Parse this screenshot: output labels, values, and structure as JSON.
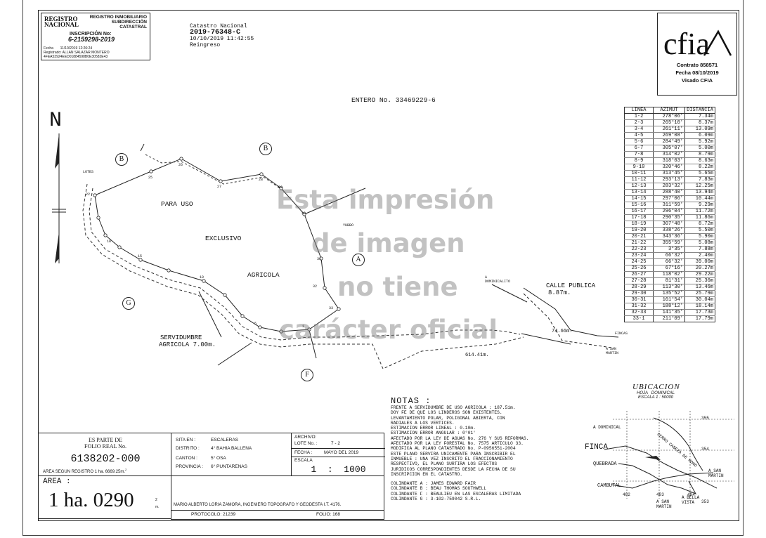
{
  "registry": {
    "logo": "REGISTRO NACIONAL",
    "header": [
      "REGISTRO INMOBILIARIO",
      "SUBDIRECCIÓN",
      "CATASTRAL"
    ],
    "inscription_label": "INSCRIPCIÓN No:",
    "inscription_number": "6-2159298-2019",
    "fecha": "Fecha       11/10/2019 12:26:24",
    "registrado": "Registrado: ALLAN SALAZAR MONTERO",
    "hash": "4FEA53924EED01884598B0E30582E43"
  },
  "catastro": {
    "line1": "Catastro Nacional",
    "line2": "2019-76348-C",
    "line3": "10/10/2019 11:42:55",
    "line4": "Reingreso"
  },
  "cfia": {
    "logo": "CFIA",
    "contrato": "Contrato 858571",
    "fecha": "Fecha 08/10/2019",
    "visado": "Visado CFIA"
  },
  "entero": "ENTERO No. 33469229-6",
  "azimuth_table": {
    "headers": [
      "LINEA",
      "AZIMUT",
      "DISTANCIA"
    ],
    "rows": [
      [
        "1-2",
        "278°06'",
        "7.34m"
      ],
      [
        "2-3",
        "265°10'",
        "8.37m"
      ],
      [
        "3-4",
        "261°11'",
        "13.09m"
      ],
      [
        "4-5",
        "269°08'",
        "6.09m"
      ],
      [
        "5-6",
        "284°49'",
        "5.92m"
      ],
      [
        "6-7",
        "305°07'",
        "5.00m"
      ],
      [
        "7-8",
        "314°02'",
        "8.79m"
      ],
      [
        "8-9",
        "318°03'",
        "8.63m"
      ],
      [
        "9-10",
        "320°46'",
        "8.22m"
      ],
      [
        "10-11",
        "313°45'",
        "5.65m"
      ],
      [
        "11-12",
        "293°13'",
        "7.83m"
      ],
      [
        "12-13",
        "283°32'",
        "12.25m"
      ],
      [
        "13-14",
        "288°40'",
        "13.94m"
      ],
      [
        "14-15",
        "297°06'",
        "10.44m"
      ],
      [
        "15-16",
        "311°59'",
        "9.29m"
      ],
      [
        "16-17",
        "296°04'",
        "11.72m"
      ],
      [
        "17-18",
        "290°35'",
        "11.86m"
      ],
      [
        "18-19",
        "307°48'",
        "8.72m"
      ],
      [
        "19-20",
        "338°26'",
        "5.50m"
      ],
      [
        "20-21",
        "343°36'",
        "5.90m"
      ],
      [
        "21-22",
        "355°59'",
        "5.08m"
      ],
      [
        "22-23",
        "3°35'",
        "7.88m"
      ],
      [
        "23-24",
        "66°32'",
        "2.40m"
      ],
      [
        "24-25",
        "66°32'",
        "39.00m"
      ],
      [
        "25-26",
        "67°16'",
        "20.27m"
      ],
      [
        "26-27",
        "118°02'",
        "29.22m"
      ],
      [
        "27-28",
        "81°31'",
        "25.36m"
      ],
      [
        "28-29",
        "113°30'",
        "13.46m"
      ],
      [
        "29-30",
        "135°52'",
        "25.79m"
      ],
      [
        "30-31",
        "161°54'",
        "30.04m"
      ],
      [
        "31-32",
        "188°12'",
        "18.14m"
      ],
      [
        "32-33",
        "141°35'",
        "17.73m"
      ],
      [
        "33-1",
        "211°09'",
        "17.79m"
      ]
    ]
  },
  "watermark": [
    "Esta impresión",
    "de imagen",
    "no tiene",
    "carácter oficial"
  ],
  "map": {
    "north": "N",
    "lotes": "LOTES",
    "para_uso": "PARA USO",
    "exclusivo": "EXCLUSIVO",
    "agricola": "AGRICOLA",
    "servidumbre_1": "SERVIDUMBRE",
    "servidumbre_2": "AGRICOLA 7.00m.",
    "calle_1": "CALLE PUBLICA",
    "calle_2": "8.87m.",
    "dist_1": "74.66m.",
    "dist_2": "614.41m.",
    "yubbo": "YUBBO",
    "dominicalito": "A DOMINICALITO",
    "fincas": "FINCAS",
    "san_martin": "A SAN MARTIN",
    "points": [
      "25",
      "26",
      "27",
      "28",
      "29",
      "30",
      "31",
      "32",
      "33",
      "22",
      "1",
      "5",
      "10",
      "15",
      "18"
    ],
    "circles": {
      "b1": "B",
      "b2": "B",
      "a": "A",
      "g": "G",
      "f": "F"
    }
  },
  "notas": {
    "title": "NOTAS :",
    "lines": [
      "FRENTE A SERVIDUMBRE DE USO AGRICOLA : 187.51m.",
      "DOY FE DE QUE LOS LINDEROS SON EXISTENTES.",
      "LEVANTAMIENTO POLAR, POLIGONAL ABIERTA, CON",
      "RADIALES A LOS VERTICES.",
      "ESTIMACION ERROR LINEAL : 0.10m.",
      "ESTIMACION ERROR ANGULAR : 0°01'",
      "AFECTADO POR LA LEY DE AGUAS No. 276 Y SUS REFORMAS.",
      "AFECTADO POR LA LEY FORESTAL No. 7575 ARTICULO 33.",
      "MODIFICA AL PLANO CATASTRADO No. P-0956551-2004",
      "ESTE PLANO SERVIRA UNICAMENTE PARA INSCRIBIR EL",
      "INMUEBLE : UNA VEZ INSCRITO EL FRACCIONAMIENTO",
      "RESPECTIVO, EL PLANO SURTIRA LOS EFECTOS",
      "JURIDICOS CORRESPONDIENTES DESDE LA FECHA DE SU",
      "INSCRIPCION EN EL CATASTRO."
    ],
    "colindantes": [
      "COLINDANTE A : JAMES EDWARD FAIR",
      "COLINDANTE B : BEAU THOMAS SOUTHWELL",
      "COLINDANTE F : BEAULIEU EN LAS ESCALERAS LIMITADA",
      "COLINDANTE G : 3-102-759042 S.R.L."
    ]
  },
  "ubicacion": {
    "title": "UBICACION",
    "hoja": "HOJA   DOMINICAL",
    "escala": "ESCALA 1 : 50000",
    "labels": [
      "A DOMINICAL",
      "FINCA",
      "QUEBRADA",
      "CAMBUTAL",
      "CERRO CABEZA DE MONO",
      "A SAN MARTIN",
      "A BELLA VISTA",
      "A SAN MARTIN"
    ],
    "grid": [
      "355",
      "354",
      "353",
      "482",
      "483",
      "484"
    ]
  },
  "bottom": {
    "folio_label_1": "ES PARTE DE",
    "folio_label_2": "FOLIO REAL No.",
    "folio_number": "6138202-000",
    "area_registro": "AREA SEGUN REGISTRO  1 ha. 6669.25m.",
    "sup2": "2",
    "area_label": "AREA :",
    "area_value": "1 ha. 0290",
    "area_unit": "m.",
    "sita_label": "SITA EN :",
    "sita_value": "ESCALERAS",
    "distrito_label": "DISTRITO :",
    "distrito_value": "4° BAHIA BALLENA",
    "canton_label": "CANTON :",
    "canton_value": "5° OSA",
    "provincia_label": "PROVINCIA :",
    "provincia_value": "6° PUNTARENAS",
    "archivo_label": "ARCHIVO:",
    "lote_label": "LOTE No. :",
    "lote_value": "7 - 2",
    "fecha_label": "FECHA :",
    "fecha_value": "MAYO DEL 2019",
    "escala_label": "ESCALA",
    "escala_value": "1  :  1000",
    "surveyor": "MARIO ALBERTO LORIA ZAMORA, INGENIERO TOPOGRAFO Y GEODESTA I.T. 4176.",
    "protocolo": "PROTOCOLO: 21239",
    "folio": "FOLIO: 168"
  }
}
